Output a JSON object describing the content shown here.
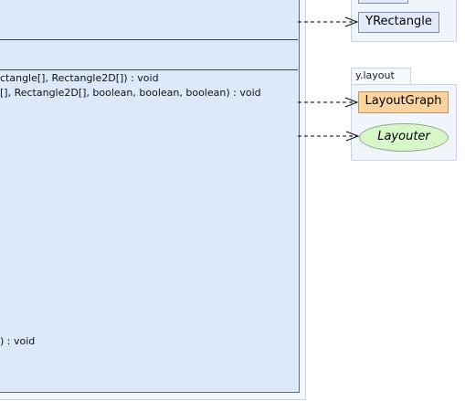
{
  "class_box": {
    "methods": [
      "ctangle[], Rectangle2D[]) : void",
      "[], Rectangle2D[], boolean, boolean, boolean) : void",
      ") : void"
    ]
  },
  "packages": {
    "top": {
      "node_label": "YRectangle"
    },
    "layout": {
      "name": "y.layout",
      "layout_graph_label": "LayoutGraph",
      "layouter_label": "Layouter"
    }
  },
  "colors": {
    "class_fill": "#dde9fb",
    "class_border": "#5a6a85",
    "interface_fill": "#d8f7c9",
    "class_node_orange": "#fdd49f",
    "package_fill": "#f0f4fb"
  }
}
